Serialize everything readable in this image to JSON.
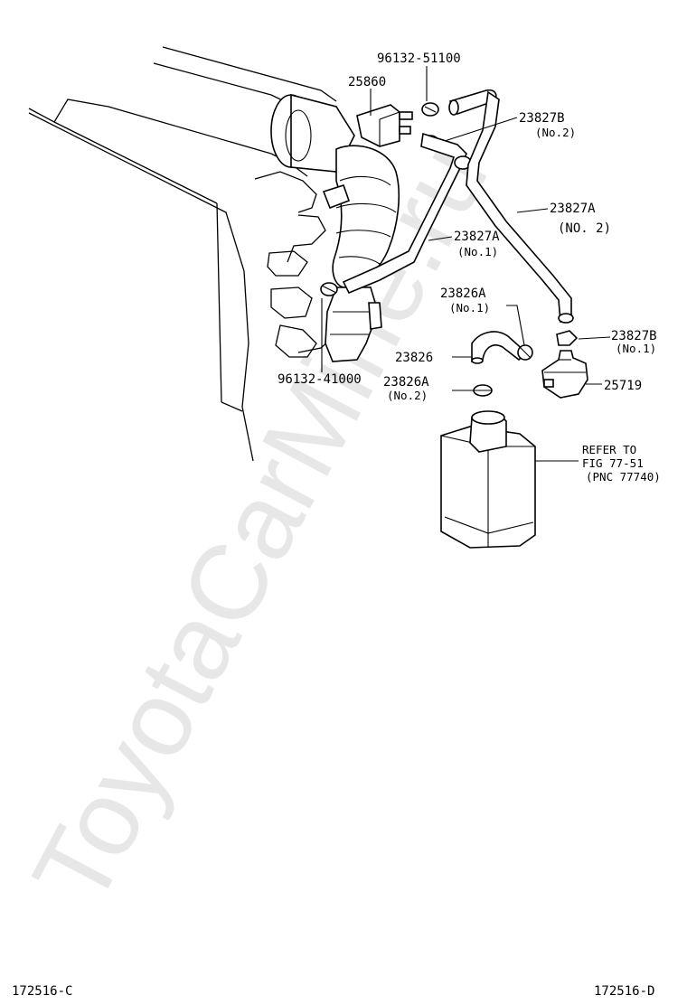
{
  "watermark": "ToyotaCarMine.ru",
  "callouts": {
    "p96132_51100": "96132-51100",
    "p25860": "25860",
    "p23827B_top": "23827B",
    "p23827B_top_sub": "(No.2)",
    "p23827A_right": "23827A",
    "p23827A_right_sub": "(NO. 2)",
    "p23827A_mid": "23827A",
    "p23827A_mid_sub": "(No.1)",
    "p23826A_top": "23826A",
    "p23826A_top_sub": "(No.1)",
    "p23827B_right": "23827B",
    "p23827B_right_sub": "(No.1)",
    "p23826": "23826",
    "p25719": "25719",
    "p96132_41000": "96132-41000",
    "p23826A_bot": "23826A",
    "p23826A_bot_sub": "(No.2)"
  },
  "reference": {
    "line1": "REFER TO",
    "line2": "FIG 77-51",
    "line3": "(PNC 77740)"
  },
  "footer": {
    "left_code": "172516-C",
    "right_code": "172516-D"
  }
}
